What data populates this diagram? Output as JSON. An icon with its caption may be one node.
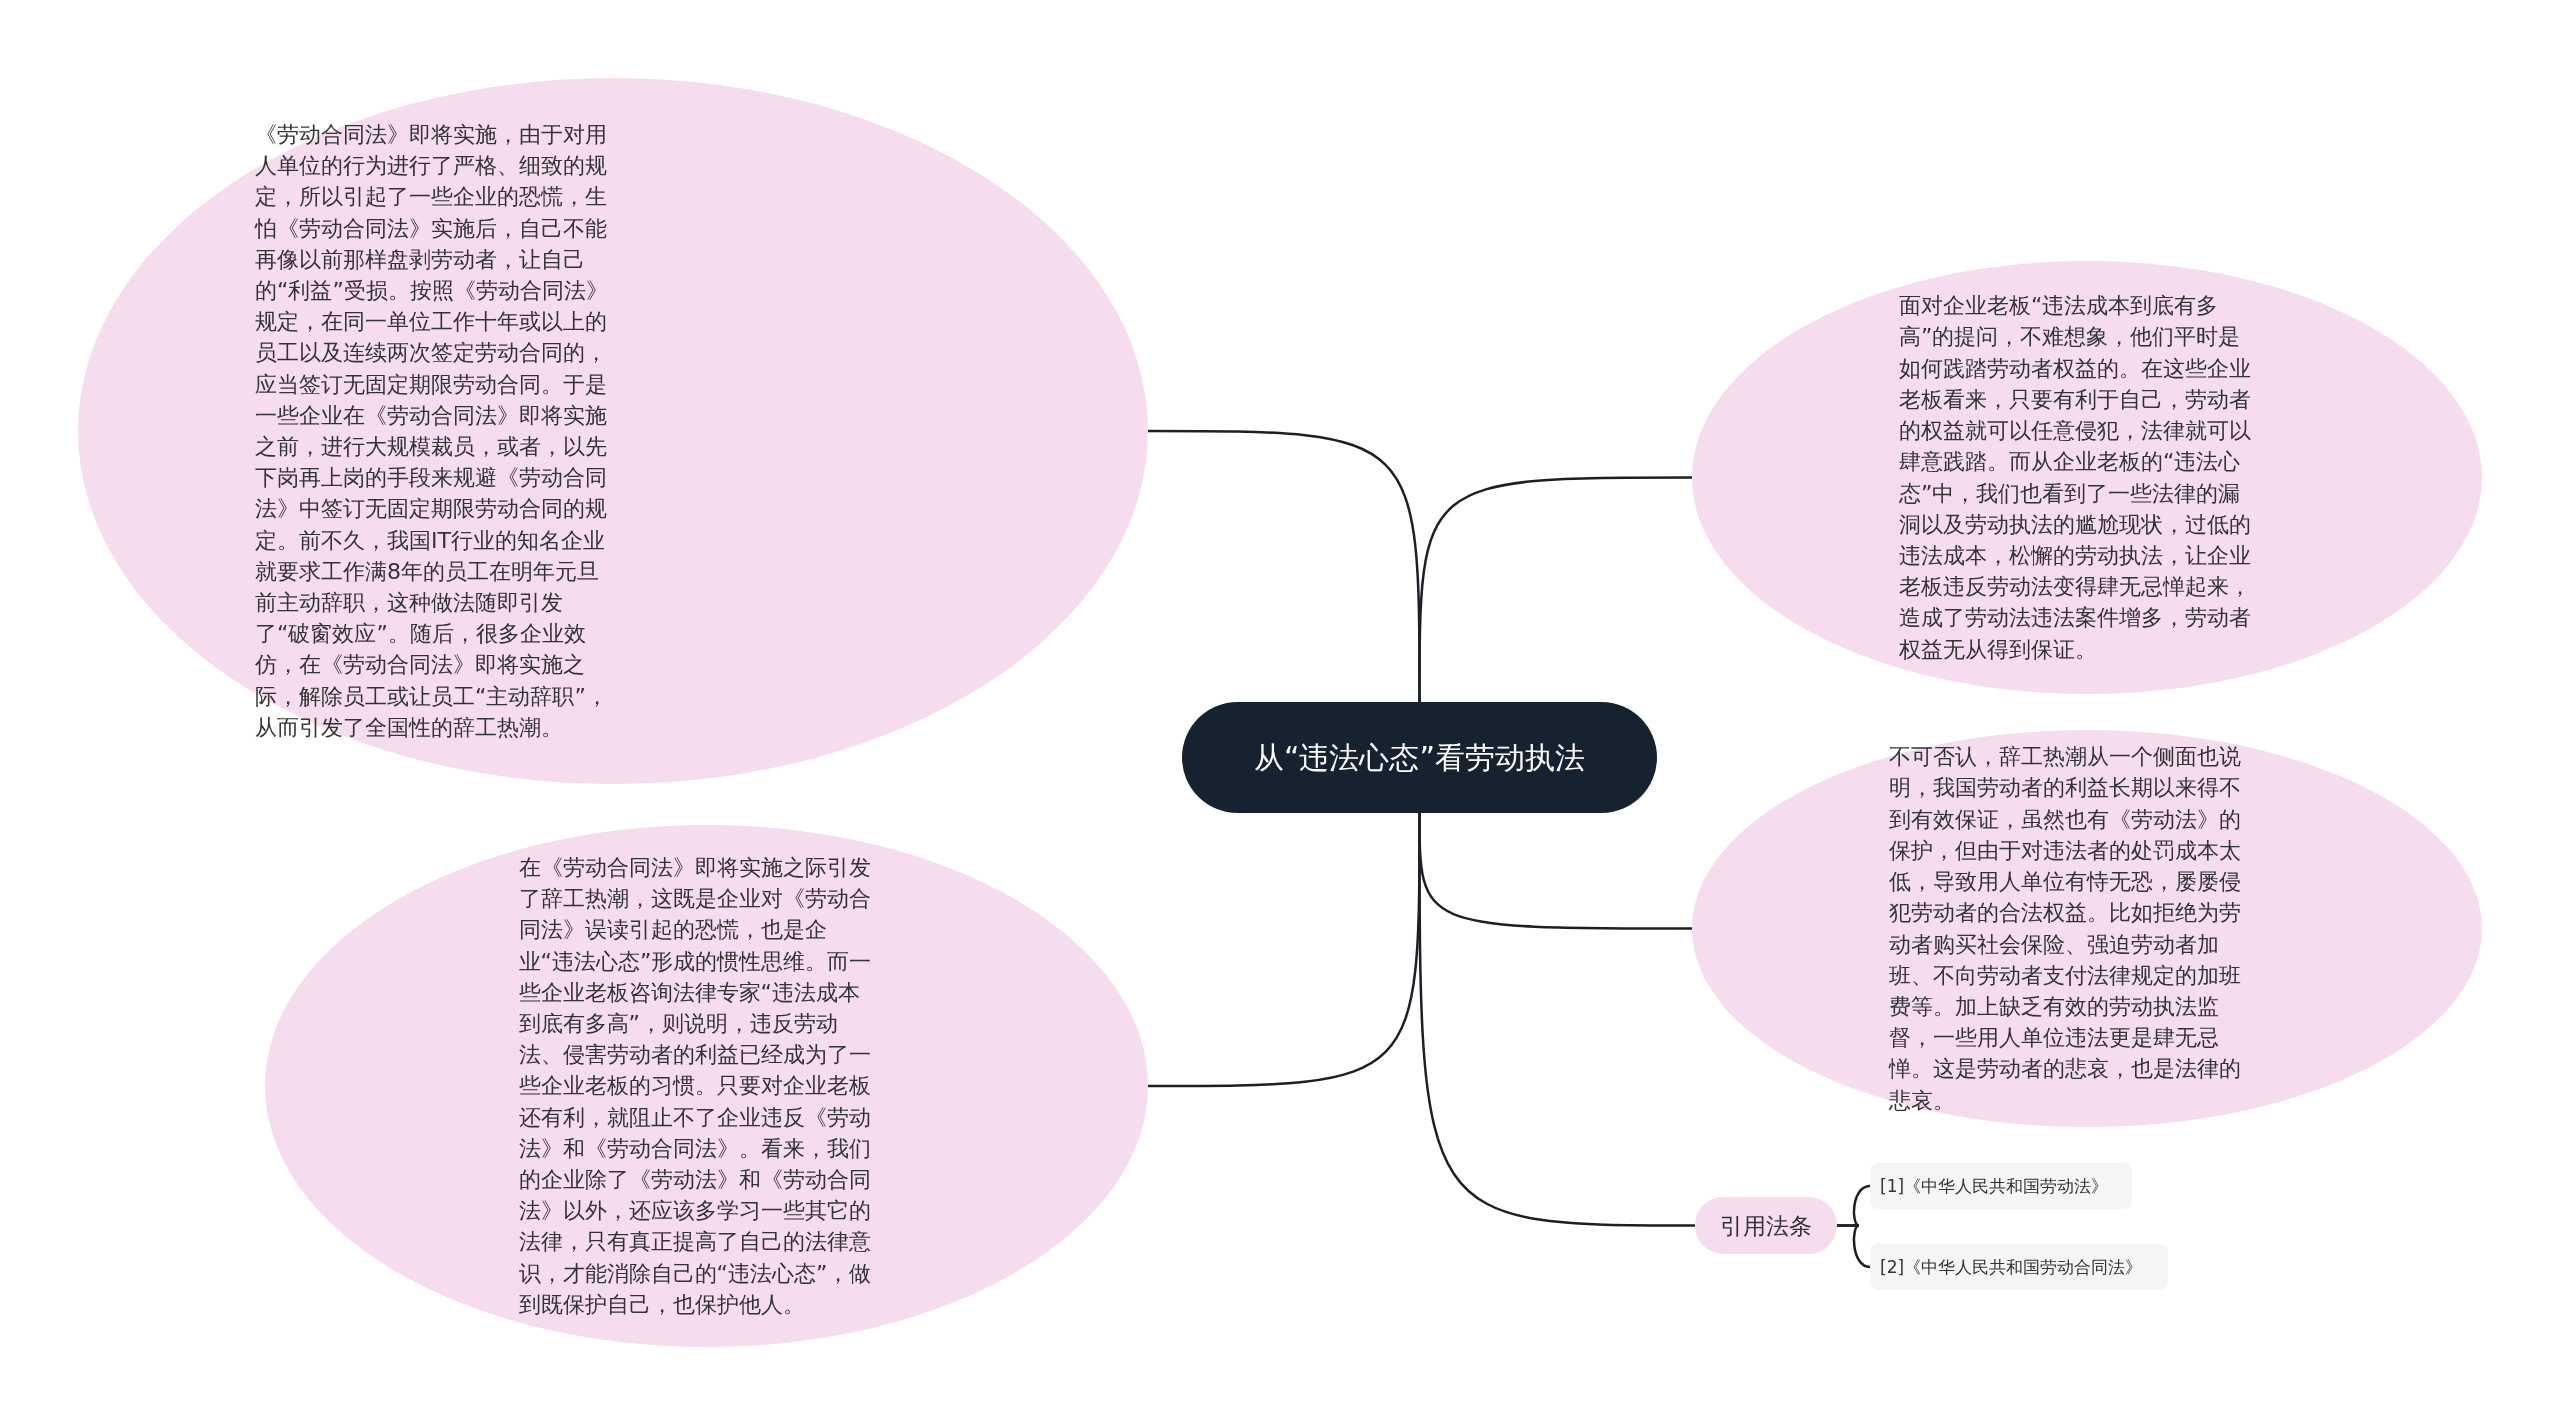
{
  "diagram": {
    "nodes": [
      {
        "text": [
          "从“违法心态”看劳动执法"
        ]
      },
      {
        "text": [
          "《劳动合同法》即将实施，由于对用人单位的行为进行了严格、细致的规定，所以引起了一些企业的恐慌，生怕《劳动合同法》实施后，自己不能再像以前那样盘剥劳动者，让自己的“利益”受损。按照《劳动合同法》规定，在同一单位工作十年或以上的员工以及连续两次签定劳动合同的，应当签订无固定期限劳动合同。于是一些企业在《劳动合同法》即将实施之前，进行大规模裁员，或者，以先下岗再上岗的手段来规避《劳动合同法》中签订无固定期限劳动合同的规定。前不久，我国IT行业的知名企业就要求工作满8年的员工在明年元旦前主动辞职，这种做法随即引发了“破窗效应”。随后，很多企业效仿，在《劳动合同法》即将实施之际，解除员工或让员工“主动辞职”，从而引发了全国性的辞工热潮。"
        ]
      },
      {
        "text": [
          "面对企业老板“违法成本到底有多高”的提问，不难想象，他们平时是如何践踏劳动者权益的。在这些企业老板看来，只要有利于自己，劳动者的权益就可以任意侵犯，法律就可以肆意践踏。而从企业老板的“违法心态”中，我们也看到了一些法律的漏洞以及劳动执法的尴尬现状，过低的违法成本，松懈的劳动执法，让企业老板违反劳动法变得肆无忌惮起来，造成了劳动法违法案件增多，劳动者权益无从得到保证。"
        ]
      },
      {
        "text": [
          "在《劳动合同法》即将实施之际引发了辞工热潮，这既是企业对《劳动合同法》误读引起的恐慌，也是企业“违法心态”形成的惯性思维。而一些企业老板咨询法律专家“违法成本到底有多高”，则说明，违反劳动法、侵害劳动者的利益已经成为了一些企业老板的习惯。只要对企业老板还有利，就阻止不了企业违反《劳动法》和《劳动合同法》。看来，我们的企业除了《劳动法》和《劳动合同法》以外，还应该多学习一些其它的法律，只有真正提高了自己的法律意识，才能消除自己的“违法心态”，做到既保护自己，也保护他人。"
        ]
      },
      {
        "text": [
          "不可否认，辞工热潮从一个侧面也说明，我国劳动者的利益长期以来得不到有效保证，虽然也有《劳动法》的保护，但由于对违法者的处罚成本太低，导致用人单位有恃无恐，屡屡侵犯劳动者的合法权益。比如拒绝为劳动者购买社会保险、强迫劳动者加班、不向劳动者支付法律规定的加班费等。加上缺乏有效的劳动执法监督，一些用人单位违法更是肆无忌惮。这是劳动者的悲哀，也是法律的悲哀。"
        ]
      },
      {
        "text": [
          "引用法条"
        ]
      },
      {
        "text": [
          "[1]《中华人民共和国劳动法》"
        ]
      },
      {
        "text": [
          "[2]《中华人民共和国劳动合同法》"
        ]
      }
    ],
    "edges": [
      {
        "from": 0,
        "to": 1,
        "arrow": "none"
      },
      {
        "from": 0,
        "to": 2,
        "arrow": "none"
      },
      {
        "from": 0,
        "to": 3,
        "arrow": "none"
      },
      {
        "from": 0,
        "to": 4,
        "arrow": "none"
      },
      {
        "from": 0,
        "to": 5,
        "arrow": "none"
      },
      {
        "from": 5,
        "to": 6,
        "arrow": "none"
      },
      {
        "from": 5,
        "to": 7,
        "arrow": "none"
      }
    ]
  }
}
